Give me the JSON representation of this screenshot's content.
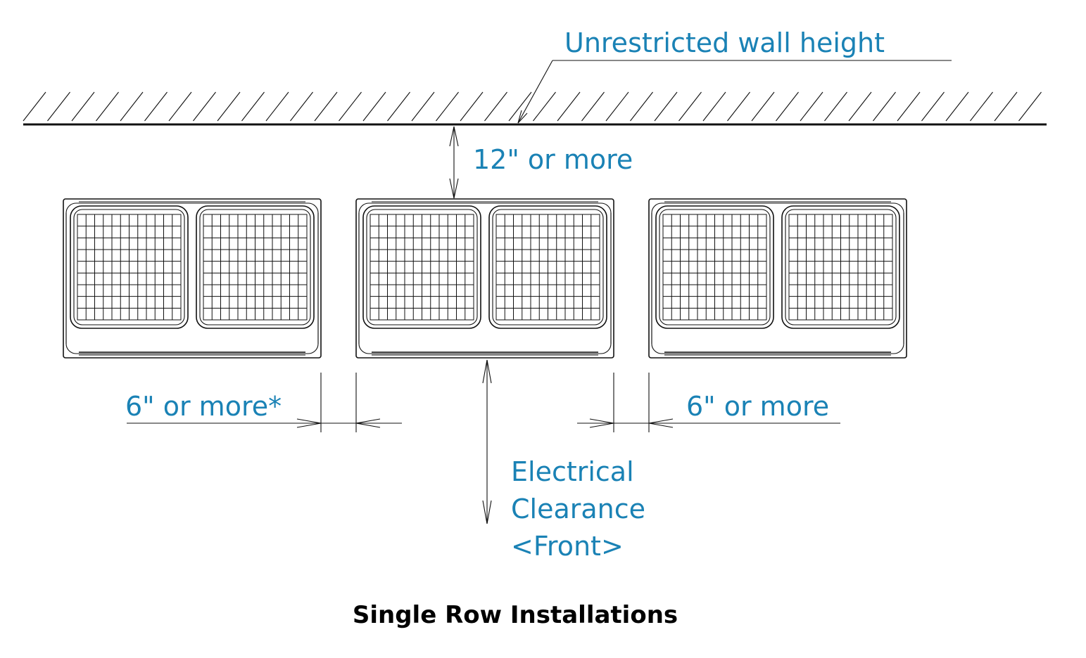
{
  "labels": {
    "wall": "Unrestricted wall height",
    "top_clearance": "12\" or more",
    "left_side_clearance": "6\" or more*",
    "right_side_clearance": "6\" or more",
    "front_line1": "Electrical",
    "front_line2": "Clearance",
    "front_line3": "<Front>"
  },
  "caption": "Single Row Installations",
  "colors": {
    "label": "#1a82b5",
    "lines": "#111111",
    "caption": "#000000",
    "background": "#ffffff"
  },
  "units": [
    {
      "id": "unit-left",
      "panels": 2
    },
    {
      "id": "unit-center",
      "panels": 2
    },
    {
      "id": "unit-right",
      "panels": 2
    }
  ]
}
